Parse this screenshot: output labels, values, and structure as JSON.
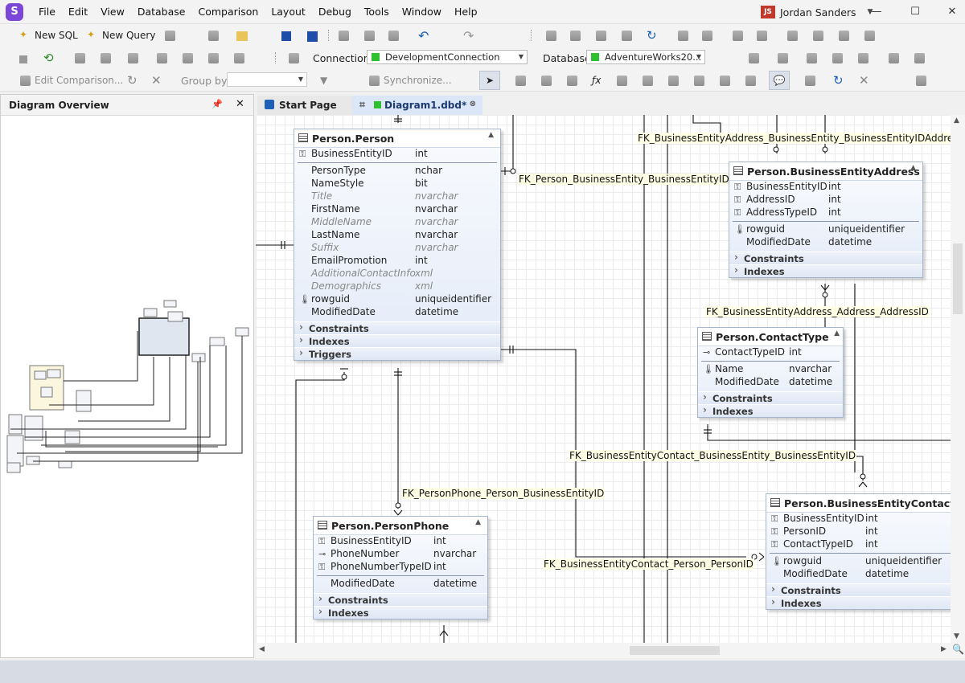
{
  "app": {
    "logo": "S",
    "menu": [
      "File",
      "Edit",
      "View",
      "Database",
      "Comparison",
      "Layout",
      "Debug",
      "Tools",
      "Window",
      "Help"
    ],
    "user_initials": "JS",
    "user_name": "Jordan Sanders"
  },
  "toolbar1": {
    "new_sql": "New SQL",
    "new_query": "New Query"
  },
  "toolbar2": {
    "connection_label": "Connection",
    "connection_value": "DevelopmentConnection",
    "database_label": "Database",
    "database_value": "AdventureWorks20..."
  },
  "toolbar3": {
    "edit_comparison": "Edit Comparison...",
    "group_by": "Group by:",
    "synchronize": "Synchronize..."
  },
  "panel": {
    "title": "Diagram Overview"
  },
  "tabs": {
    "start": "Start Page",
    "diagram": "Diagram1.dbd*"
  },
  "entities": {
    "person": {
      "title": "Person.Person",
      "pk": [
        [
          "BusinessEntityID",
          "int"
        ]
      ],
      "cols": [
        [
          "PersonType",
          "nchar",
          false
        ],
        [
          "NameStyle",
          "bit",
          false
        ],
        [
          "Title",
          "nvarchar",
          true
        ],
        [
          "FirstName",
          "nvarchar",
          false
        ],
        [
          "MiddleName",
          "nvarchar",
          true
        ],
        [
          "LastName",
          "nvarchar",
          false
        ],
        [
          "Suffix",
          "nvarchar",
          true
        ],
        [
          "EmailPromotion",
          "int",
          false
        ],
        [
          "AdditionalContactInfo",
          "xml",
          true
        ],
        [
          "Demographics",
          "xml",
          true
        ]
      ],
      "extra": [
        [
          "rowguid",
          "uniqueidentifier"
        ],
        [
          "ModifiedDate",
          "datetime"
        ]
      ],
      "groups": [
        "Constraints",
        "Indexes",
        "Triggers"
      ]
    },
    "bea": {
      "title": "Person.BusinessEntityAddress",
      "pk": [
        [
          "BusinessEntityID",
          "int"
        ],
        [
          "AddressID",
          "int"
        ],
        [
          "AddressTypeID",
          "int"
        ]
      ],
      "extra": [
        [
          "rowguid",
          "uniqueidentifier"
        ],
        [
          "ModifiedDate",
          "datetime"
        ]
      ],
      "groups": [
        "Constraints",
        "Indexes"
      ]
    },
    "ct": {
      "title": "Person.ContactType",
      "pk": [
        [
          "ContactTypeID",
          "int"
        ]
      ],
      "extra": [
        [
          "Name",
          "nvarchar"
        ],
        [
          "ModifiedDate",
          "datetime"
        ]
      ],
      "groups": [
        "Constraints",
        "Indexes"
      ]
    },
    "pp": {
      "title": "Person.PersonPhone",
      "pk": [
        [
          "BusinessEntityID",
          "int"
        ],
        [
          "PhoneNumber",
          "nvarchar"
        ],
        [
          "PhoneNumberTypeID",
          "int"
        ]
      ],
      "extra": [
        [
          "ModifiedDate",
          "datetime"
        ]
      ],
      "groups": [
        "Constraints",
        "Indexes"
      ]
    },
    "bec": {
      "title": "Person.BusinessEntityContact",
      "pk": [
        [
          "BusinessEntityID",
          "int"
        ],
        [
          "PersonID",
          "int"
        ],
        [
          "ContactTypeID",
          "int"
        ]
      ],
      "extra": [
        [
          "rowguid",
          "uniqueidentifier"
        ],
        [
          "ModifiedDate",
          "datetime"
        ]
      ],
      "groups": [
        "Constraints",
        "Indexes"
      ]
    }
  },
  "relations": {
    "r1": "FK_BusinessEntityAddress_BusinessEntity_BusinessEntityID",
    "r1b": "Address",
    "r2": "FK_Person_BusinessEntity_BusinessEntityID",
    "r3": "FK_BusinessEntityAddress_Address_AddressID",
    "r4": "FK_BusinessEntityContact_BusinessEntity_BusinessEntityID",
    "r5": "FK_PersonPhone_Person_BusinessEntityID",
    "r6": "FK_BusinessEntityContact_Person_PersonID"
  }
}
